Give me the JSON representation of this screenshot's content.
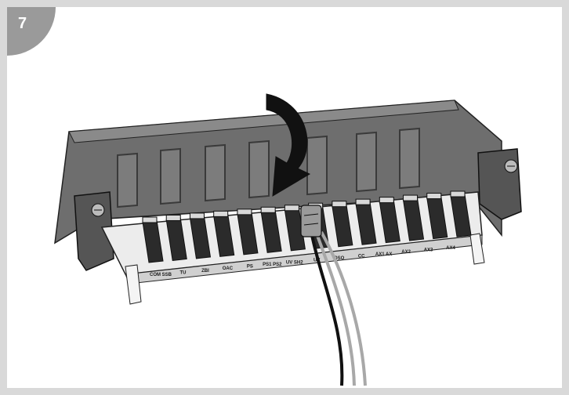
{
  "step": {
    "number": "7"
  },
  "slot_labels": [
    "COM SSB",
    "TU",
    "ZBI",
    "OAC",
    "PS",
    "PS1 PS2",
    "UV SH2",
    "UV",
    "OSO",
    "CC",
    "AX1 AX",
    "AX2",
    "AX3",
    "AX4"
  ],
  "colors": {
    "frame": "#d9d9d9",
    "badge": "#9a9a9a",
    "housing": "#6e6e6e",
    "housing_dark": "#4a4a4a",
    "tray": "#ececec",
    "arrow": "#111111",
    "cable_black": "#111111",
    "cable_gray": "#a8a8a8"
  },
  "icons": {
    "arrow": "curved-down-arrow-icon",
    "screw": "screw-icon"
  }
}
